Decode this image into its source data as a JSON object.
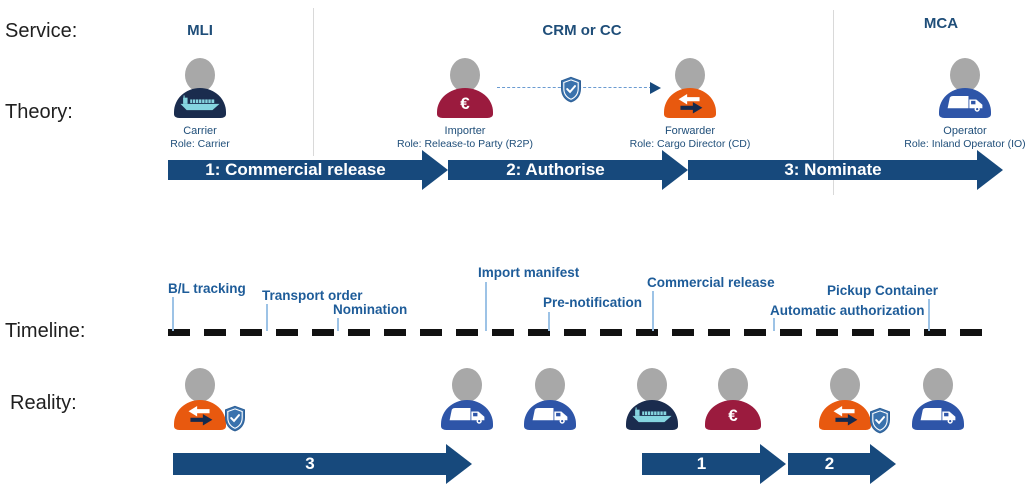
{
  "row_labels": {
    "service": "Service:",
    "theory": "Theory:",
    "timeline": "Timeline:",
    "reality": "Reality:"
  },
  "services": {
    "mli": "MLI",
    "crm": "CRM or CC",
    "mca": "MCA"
  },
  "theory": {
    "actors": {
      "carrier": {
        "name": "Carrier",
        "role": "Role: Carrier",
        "icon": "ship-icon"
      },
      "importer": {
        "name": "Importer",
        "role": "Role: Release-to Party (R2P)",
        "icon": "euro-icon"
      },
      "forwarder": {
        "name": "Forwarder",
        "role": "Role: Cargo Director (CD)",
        "icon": "swap-arrows-icon"
      },
      "operator": {
        "name": "Operator",
        "role": "Role: Inland Operator (IO)",
        "icon": "truck-icon"
      }
    },
    "steps": {
      "step1": "1: Commercial release",
      "step2": "2: Authorise",
      "step3": "3: Nominate"
    },
    "authorisation_icon": "shield-check-icon"
  },
  "timeline": {
    "events": [
      "B/L tracking",
      "Transport order",
      "Nomination",
      "Import manifest",
      "Pre-notification",
      "Commercial release",
      "Automatic authorization",
      "Pickup Container"
    ]
  },
  "reality": {
    "steps": {
      "s3": "3",
      "s1": "1",
      "s2": "2"
    }
  },
  "colors": {
    "navy": "#17497c",
    "dark_navy": "#1a2c4e",
    "maroon": "#9b1b3e",
    "orange": "#e8590f",
    "royal_blue": "#2e55a8",
    "shield_blue": "#3a72ad",
    "shield_edge": "#2e5f95",
    "head_gray": "#a8a8a8",
    "label_navy": "#1f4e79",
    "timeline_blue": "#1e5c99",
    "tick_blue": "#9dc3e6",
    "divider_gray": "#d9d9d9",
    "dash_black": "#111111",
    "ship_teal": "#86d5e0"
  }
}
